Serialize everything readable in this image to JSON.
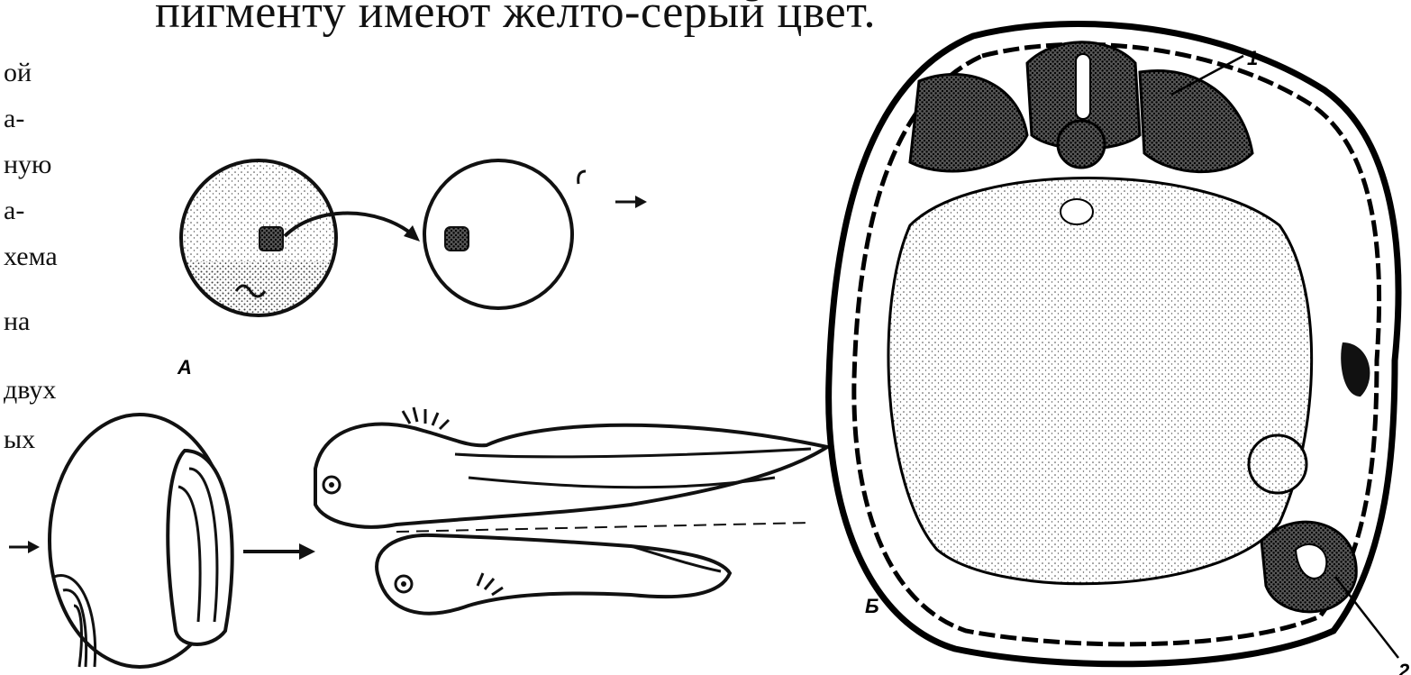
{
  "caption": {
    "top_line": "пигменту имеют желто-серый цвет."
  },
  "left_text_fragments": [
    "ой",
    "а-",
    "ную",
    "а-",
    "хема",
    "на",
    "двух",
    "ых"
  ],
  "figure_labels": {
    "panel_a": "А",
    "panel_b": "Б",
    "callout_1": "1",
    "callout_2": "2"
  }
}
